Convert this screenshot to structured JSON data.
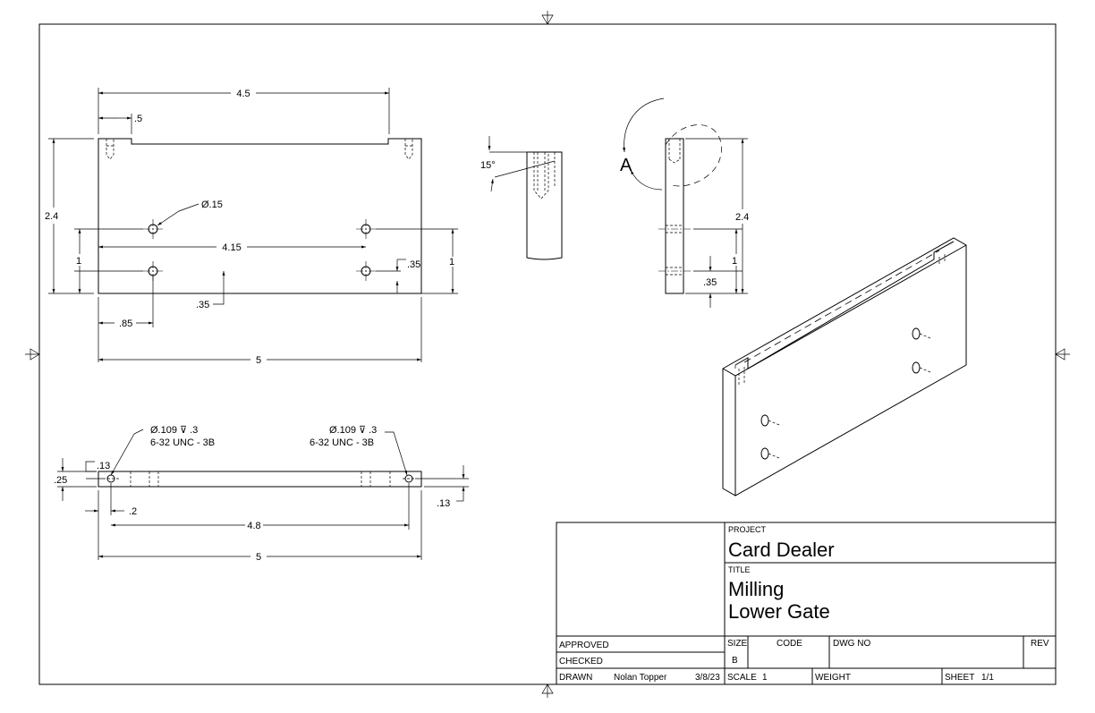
{
  "dimensions": {
    "top_width": "4.5",
    "slot_offset": ".5",
    "height_total": "2.4",
    "hole_dia": "Ø.15",
    "hole_spacing_h": "4.15",
    "hole_spacing_v": "1",
    "hole_spacing_v_right": "1",
    "hole_from_bottom_right": ".35",
    "hole_from_bottom_left": ".35",
    "hole_from_left": ".85",
    "overall_width": "5",
    "angle": "15°",
    "view_label": "A",
    "side_height": "2.4",
    "side_hole_spacing": "1",
    "side_hole_bottom": ".35",
    "tap_left_line1": "Ø.109 ⊽ .3",
    "tap_left_line2": "6-32 UNC - 3B",
    "tap_right_line1": "Ø.109 ⊽ .3",
    "tap_right_line2": "6-32 UNC - 3B",
    "bottom_tap_offset": ".13",
    "bottom_thickness": ".25",
    "bottom_tap_from_edge": ".2",
    "bottom_tap_spacing": "4.8",
    "bottom_overall": "5",
    "bottom_right_offset": ".13"
  },
  "title_block": {
    "project_label": "PROJECT",
    "project": "Card Dealer",
    "title_label": "TITLE",
    "title_line1": "Milling",
    "title_line2": "Lower Gate",
    "approved_label": "APPROVED",
    "checked_label": "CHECKED",
    "drawn_label": "DRAWN",
    "drawn_by": "Nolan Topper",
    "drawn_date": "3/8/23",
    "size_label": "SIZE",
    "size": "B",
    "code_label": "CODE",
    "dwg_label": "DWG NO",
    "rev_label": "REV",
    "scale_label": "SCALE",
    "scale": "1",
    "weight_label": "WEIGHT",
    "sheet_label": "SHEET",
    "sheet": "1/1"
  }
}
